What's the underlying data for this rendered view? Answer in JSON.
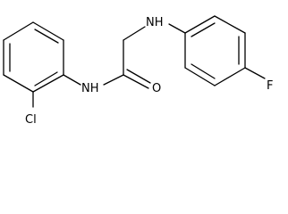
{
  "molecule": {
    "labels": {
      "cl": "Cl",
      "nh_amide": "NH",
      "nh_amine": "NH",
      "o": "O",
      "f": "F"
    },
    "colors": {
      "bond": "#000000",
      "background": "#ffffff"
    }
  }
}
